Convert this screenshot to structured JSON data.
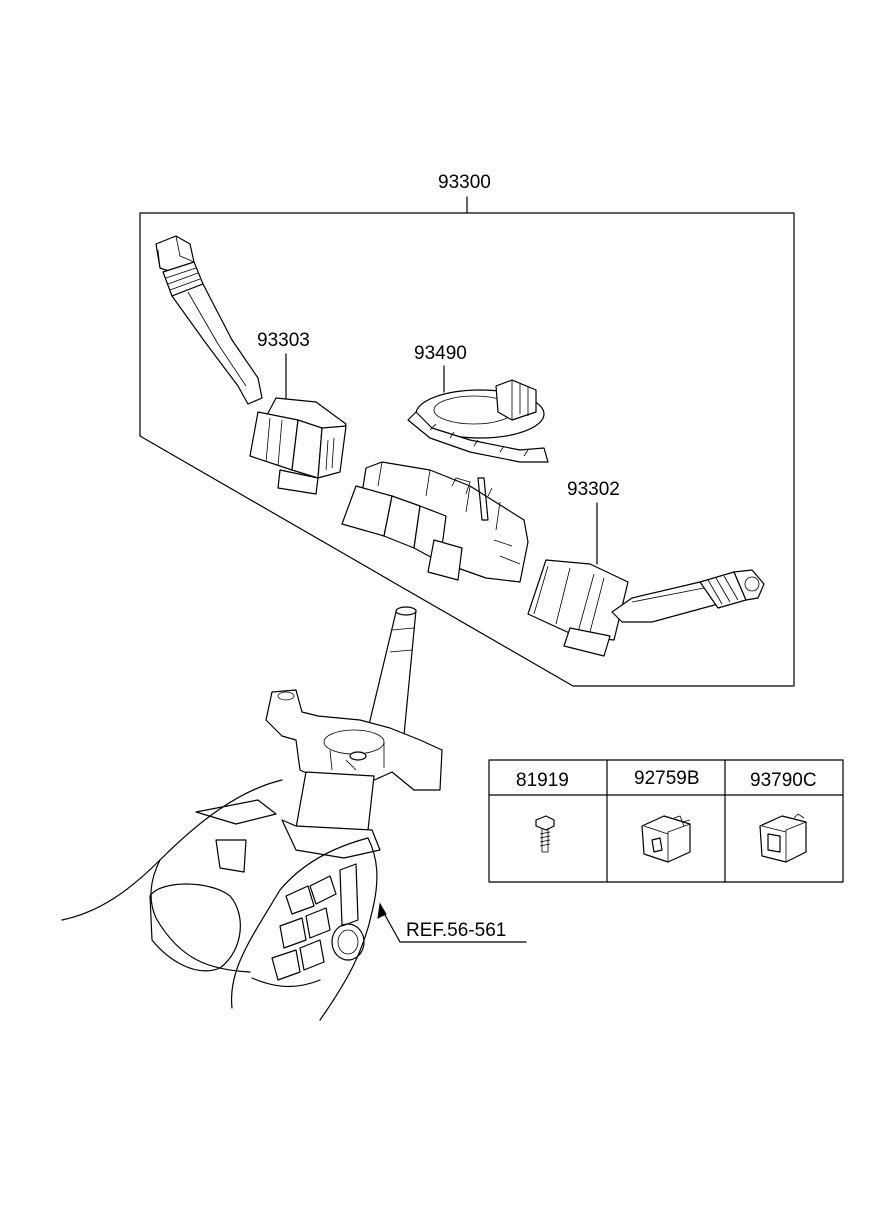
{
  "callouts": {
    "assembly": "93300",
    "lever_left": "93303",
    "clock_spring": "93490",
    "lever_right": "93302",
    "reference": "REF.56-561"
  },
  "parts_table": {
    "columns": [
      {
        "part_no": "81919",
        "icon": "screw-icon"
      },
      {
        "part_no": "92759B",
        "icon": "connector-icon"
      },
      {
        "part_no": "93790C",
        "icon": "switch-icon"
      }
    ]
  }
}
